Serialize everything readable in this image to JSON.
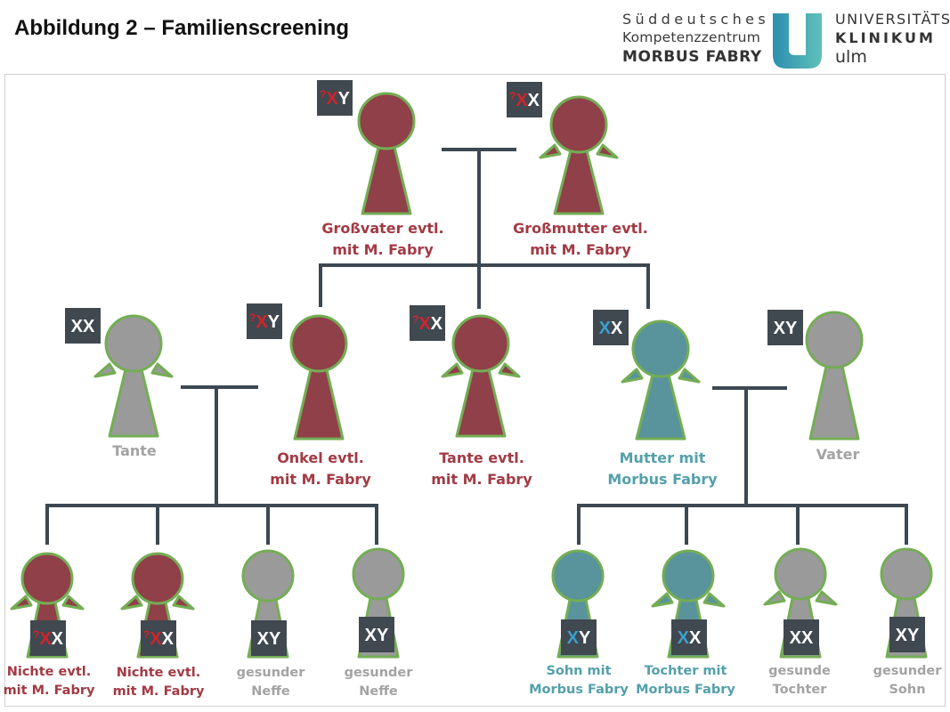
{
  "title": "Abbildung 2 – Familienscreening",
  "logos": {
    "left": {
      "line1": "Süddeutsches",
      "line2": "Kompetenzzentrum",
      "line3": "MORBUS FABRY"
    },
    "right": {
      "line1": "UNIVERSITÄTS",
      "line2": "KLINIKUM",
      "line3": "ulm"
    }
  },
  "colors": {
    "affected": "#8f4048",
    "carrier": "#59939b",
    "healthy": "#9a9a9a",
    "outline": "#74ad55",
    "line": "#3c4852",
    "badge": "#404850",
    "badge_x_red": "#d1242d",
    "badge_x_blue": "#3aa0cd"
  },
  "chromosome_markers": {
    "XY": "XY",
    "XX": "XX",
    "suspect_prefix": "?"
  },
  "people": {
    "grossvater": {
      "chromosomes": "XY",
      "label": [
        "Großvater evtl.",
        "mit M. Fabry"
      ]
    },
    "grossmutter": {
      "chromosomes": "XX",
      "label": [
        "Großmutter evtl.",
        "mit M. Fabry"
      ]
    },
    "tante1": {
      "chromosomes": "XX",
      "label": [
        "Tante"
      ]
    },
    "onkel": {
      "chromosomes": "XY",
      "label": [
        "Onkel evtl.",
        "mit M. Fabry"
      ]
    },
    "tante2": {
      "chromosomes": "XX",
      "label": [
        "Tante evtl.",
        "mit M. Fabry"
      ]
    },
    "mutter": {
      "chromosomes": "XX",
      "label": [
        "Mutter mit",
        "Morbus Fabry"
      ]
    },
    "vater": {
      "chromosomes": "XY",
      "label": [
        "Vater"
      ]
    },
    "nichte1": {
      "chromosomes": "XX",
      "label": [
        "Nichte evtl.",
        "mit M. Fabry"
      ]
    },
    "nichte2": {
      "chromosomes": "XX",
      "label": [
        "Nichte evtl.",
        "mit M. Fabry"
      ]
    },
    "neffe1": {
      "chromosomes": "XY",
      "label": [
        "gesunder",
        "Neffe"
      ]
    },
    "neffe2": {
      "chromosomes": "XY",
      "label": [
        "gesunder",
        "Neffe"
      ]
    },
    "sohn_fabry": {
      "chromosomes": "XY",
      "label": [
        "Sohn mit",
        "Morbus Fabry"
      ]
    },
    "tochter_fabry": {
      "chromosomes": "XX",
      "label": [
        "Tochter mit",
        "Morbus Fabry"
      ]
    },
    "tochter_gesund": {
      "chromosomes": "XX",
      "label": [
        "gesunde",
        "Tochter"
      ]
    },
    "sohn_gesund": {
      "chromosomes": "XY",
      "label": [
        "gesunder",
        "Sohn"
      ]
    }
  }
}
